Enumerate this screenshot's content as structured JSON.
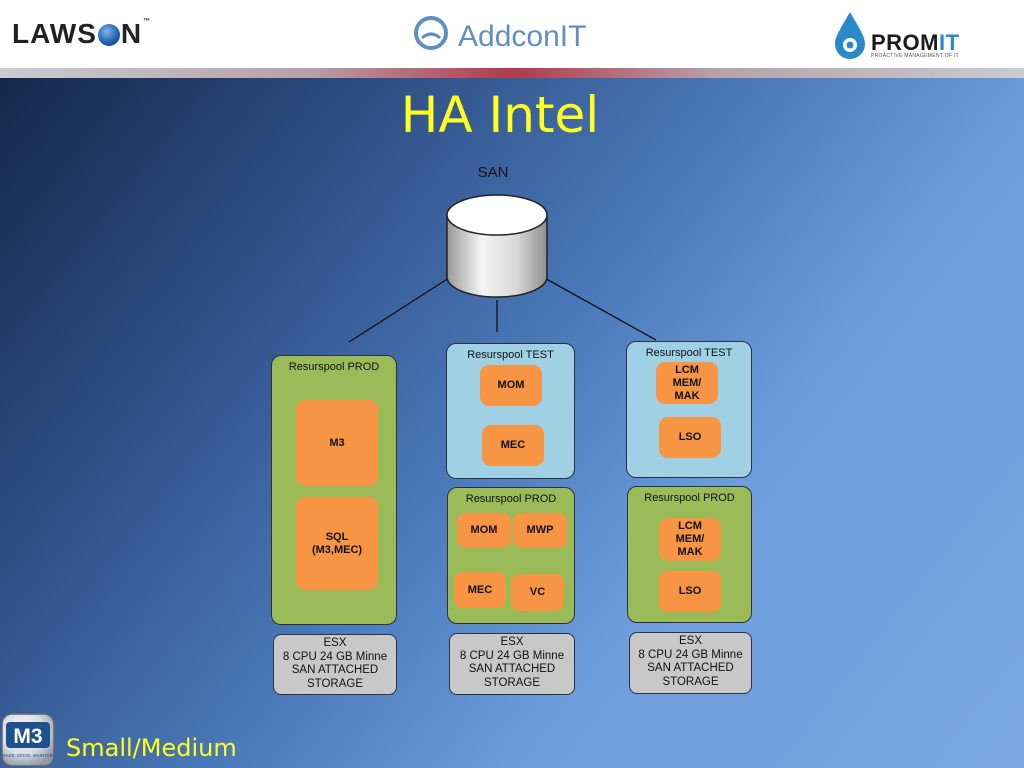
{
  "header": {
    "lawson_logo": "LAWSON",
    "lawson_tm": "™",
    "addcon_logo": "AddconIT",
    "promit_logo_main": "PROM",
    "promit_logo_accent": "IT",
    "promit_tagline": "PROACTIVE MANAGEMENT OF IT"
  },
  "slide": {
    "title": "HA Intel",
    "san_label": "SAN",
    "subtitle": "Small/Medium",
    "m3_badge": "M3",
    "m3_badge_sub": "MAKE. MOVE. MAINTAIN"
  },
  "columns": [
    {
      "pools": [
        {
          "label": "Resurspool PROD",
          "color": "green",
          "vms": [
            "M3",
            "SQL (M3,MEC)"
          ]
        }
      ],
      "esx": {
        "line1": "ESX",
        "line2": "8 CPU 24 GB Minne",
        "line3": "SAN ATTACHED",
        "line4": "STORAGE"
      }
    },
    {
      "pools": [
        {
          "label": "Resurspool TEST",
          "color": "blue",
          "vms": [
            "MOM",
            "MEC"
          ]
        },
        {
          "label": "Resurspool PROD",
          "color": "green",
          "vms": [
            "MOM",
            "MWP",
            "MEC",
            "VC"
          ]
        }
      ],
      "esx": {
        "line1": "ESX",
        "line2": "8 CPU 24 GB Minne",
        "line3": "SAN ATTACHED",
        "line4": "STORAGE"
      }
    },
    {
      "pools": [
        {
          "label": "Resurspool TEST",
          "color": "blue",
          "vms": [
            "LCM MEM/ MAK",
            "LSO"
          ]
        },
        {
          "label": "Resurspool PROD",
          "color": "green",
          "vms": [
            "LCM MEM/ MAK",
            "LSO"
          ]
        }
      ],
      "esx": {
        "line1": "ESX",
        "line2": "8 CPU 24 GB Minne",
        "line3": "SAN ATTACHED",
        "line4": "STORAGE"
      }
    }
  ],
  "colors": {
    "title": "#ffff22",
    "pool_prod": "#9bbb59",
    "pool_test": "#9fd0e3",
    "vm": "#f79545",
    "esx": "#c8c8c8"
  }
}
